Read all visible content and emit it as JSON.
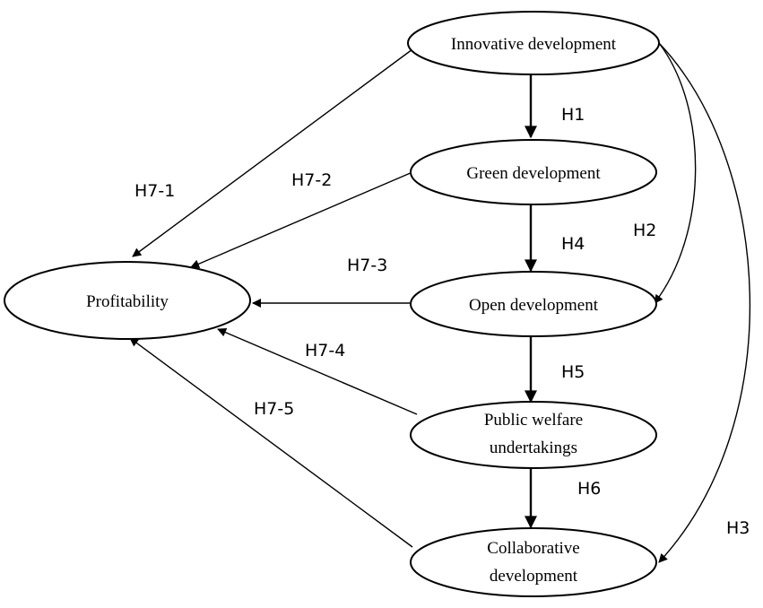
{
  "nodes": {
    "innovative": {
      "label": "Innovative development"
    },
    "green": {
      "label": "Green development"
    },
    "open": {
      "label": "Open development"
    },
    "public_welfare": {
      "line1": "Public welfare",
      "line2": "undertakings"
    },
    "collaborative": {
      "line1": "Collaborative",
      "line2": "development"
    },
    "profitability": {
      "label": "Profitability"
    }
  },
  "edges": {
    "h1": "H1",
    "h2": "H2",
    "h3": "H3",
    "h4": "H4",
    "h5": "H5",
    "h6": "H6",
    "h7_1": "H7-1",
    "h7_2": "H7-2",
    "h7_3": "H7-3",
    "h7_4": "H7-4",
    "h7_5": "H7-5"
  }
}
